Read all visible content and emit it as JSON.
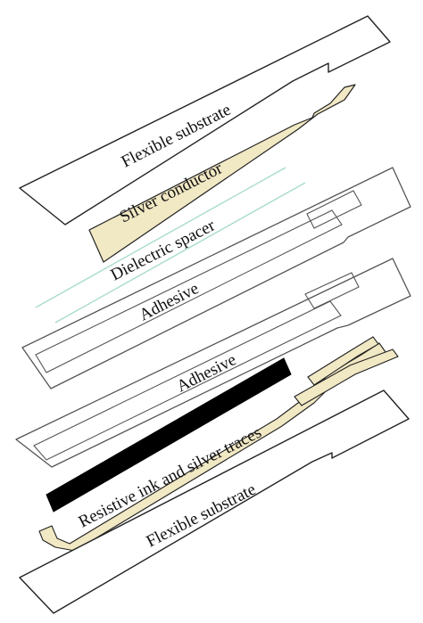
{
  "diagram": {
    "layers": [
      {
        "id": "top-substrate",
        "label": "Flexible substrate"
      },
      {
        "id": "silver-conductor",
        "label": "Silver conductor"
      },
      {
        "id": "dielectric-spacer",
        "label": "Dielectric spacer"
      },
      {
        "id": "adhesive-1",
        "label": "Adhesive"
      },
      {
        "id": "adhesive-2",
        "label": "Adhesive"
      },
      {
        "id": "resistive-traces",
        "label": "Resistive ink and silver traces"
      },
      {
        "id": "bottom-substrate",
        "label": "Flexible substrate"
      }
    ],
    "colors": {
      "outline": "#222222",
      "silver_fill": "#f1e8c4",
      "dielectric_line": "#a9dccc",
      "resistive_ink": "#000000",
      "trace_fill": "#f1e8c4"
    }
  }
}
